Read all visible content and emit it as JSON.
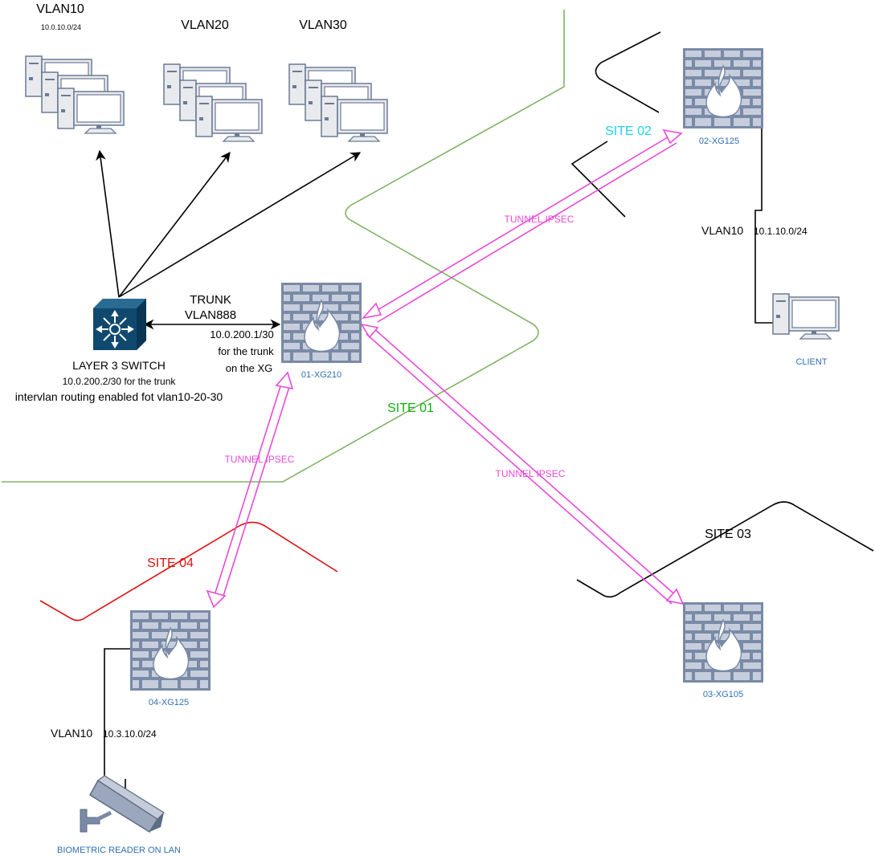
{
  "colors": {
    "site01_boundary": "#82b366",
    "site04_boundary": "#e01010",
    "other_boundary": "#000000",
    "tunnel": "#e94ad8",
    "device_fill": "#7a8aa6",
    "switch_fill": "#10496e",
    "node_label": "#2f6fb4"
  },
  "vlans": {
    "vlan10": {
      "name": "VLAN10",
      "subnet": "10.0.10.0/24"
    },
    "vlan20": {
      "name": "VLAN20"
    },
    "vlan30": {
      "name": "VLAN30"
    }
  },
  "switch": {
    "icon": "layer3-switch-icon",
    "name": "LAYER 3 SWITCH",
    "line1": "10.0.200.2/30 for the trunk",
    "line2": "intervlan routing enabled fot vlan10-20-30"
  },
  "trunk": {
    "line1": "TRUNK",
    "line2": "VLAN888",
    "line3": "10.0.200.1/30",
    "line4": "for the trunk",
    "line5": "on the XG"
  },
  "firewalls": {
    "fw01": {
      "label": "01-XG210",
      "icon": "firewall-icon"
    },
    "fw02": {
      "label": "02-XG125",
      "icon": "firewall-icon"
    },
    "fw03": {
      "label": "03-XG105",
      "icon": "firewall-icon"
    },
    "fw04": {
      "label": "04-XG125",
      "icon": "firewall-icon"
    }
  },
  "sites": {
    "site01": "SITE 01",
    "site02": "SITE 02",
    "site03": "SITE 03",
    "site04": "SITE 04"
  },
  "tunnels": {
    "t02": "TUNNEL IPSEC",
    "t03": "TUNNEL IPSEC",
    "t04": "TUNNEL IPSEC"
  },
  "site02_lan": {
    "vlan": "VLAN10",
    "subnet": "10.1.10.0/24",
    "client_label": "CLIENT"
  },
  "site04_lan": {
    "vlan": "VLAN10",
    "subnet": "10.3.10.0/24",
    "device_label": "BIOMETRIC READER ON LAN",
    "icon": "camera-icon"
  }
}
